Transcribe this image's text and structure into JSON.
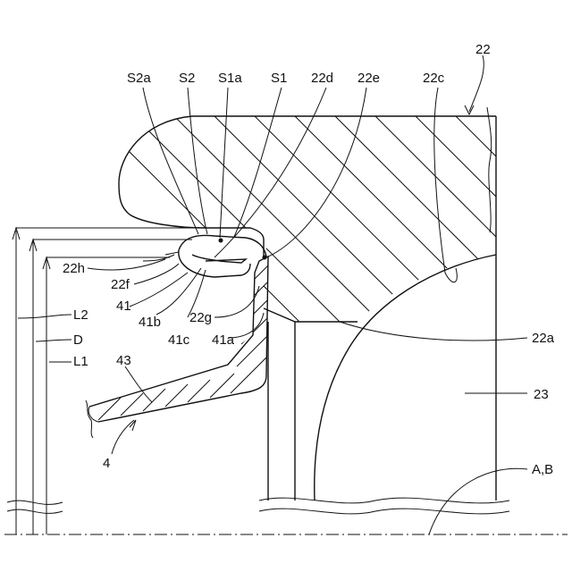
{
  "labels": {
    "l22": "22",
    "lS2a": "S2a",
    "lS2": "S2",
    "lS1a": "S1a",
    "lS1": "S1",
    "l22d": "22d",
    "l22e": "22e",
    "l22c": "22c",
    "l22h": "22h",
    "l22f": "22f",
    "l41": "41",
    "l41b": "41b",
    "l22g": "22g",
    "l41c": "41c",
    "l41a": "41a",
    "l43": "43",
    "lL2": "L2",
    "lD": "D",
    "lL1": "L1",
    "l22a": "22a",
    "l23": "23",
    "lAB": "A,B",
    "l4": "4"
  }
}
